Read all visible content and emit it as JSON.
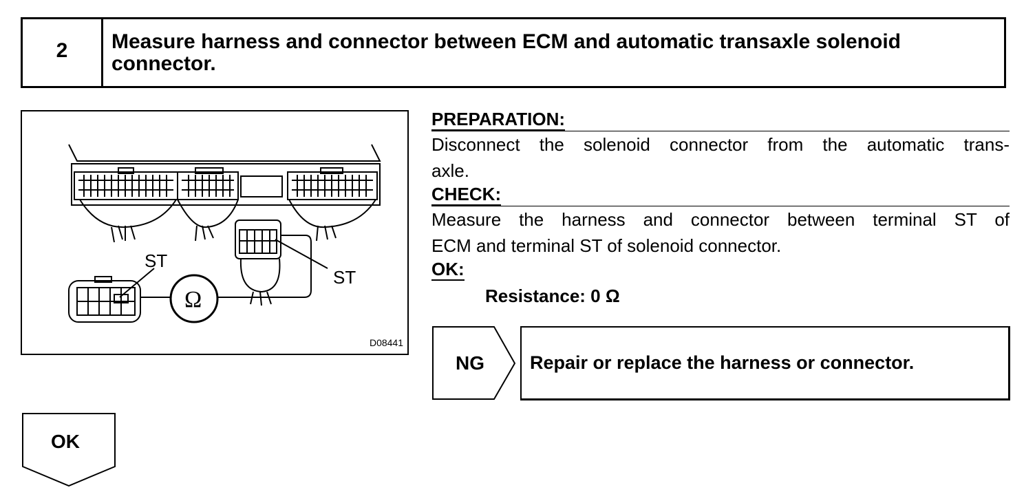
{
  "step": {
    "number": "2",
    "title_line1": "Measure harness and connector between ECM and automatic transaxle solenoid",
    "title_line2": "connector."
  },
  "figure": {
    "labels": {
      "st_left": "ST",
      "st_right": "ST",
      "ohm": "Ω"
    },
    "id": "D08441"
  },
  "preparation": {
    "heading": "PREPARATION:",
    "line1": "Disconnect the solenoid connector from the automatic trans-",
    "line2": "axle."
  },
  "check": {
    "heading": "CHECK:",
    "line1": "Measure the harness and connector between terminal ST of",
    "line2": "ECM and terminal ST of solenoid connector."
  },
  "ok_spec": {
    "heading": "OK:",
    "value": "Resistance: 0 Ω"
  },
  "ng": {
    "label": "NG",
    "action": "Repair or replace the harness or connector."
  },
  "ok_arrow": {
    "label": "OK"
  }
}
